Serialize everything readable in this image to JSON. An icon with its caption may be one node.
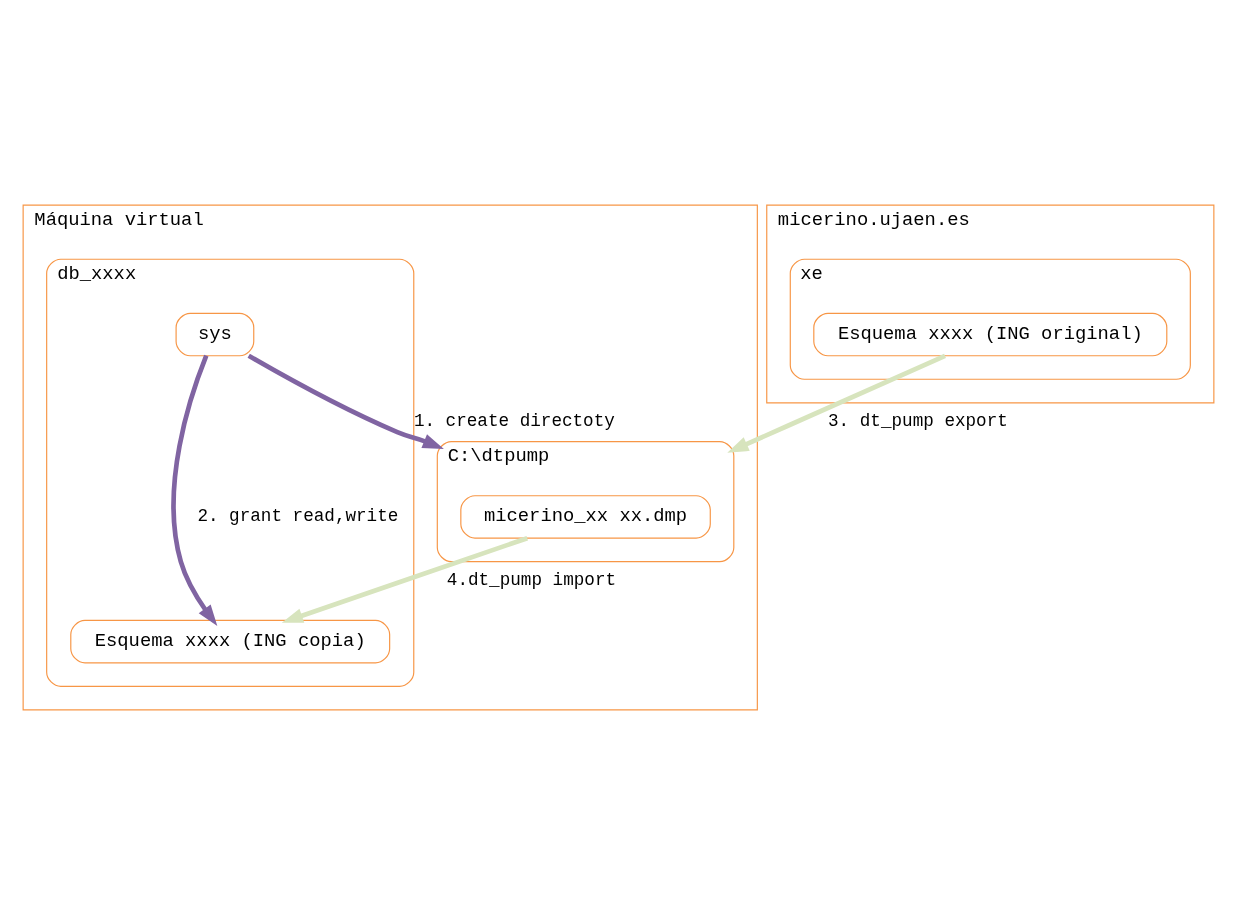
{
  "diagram": {
    "nodes": [
      {
        "text": [
          "Máquina virtual"
        ]
      },
      {
        "text": [
          "db_xxxx"
        ],
        "in": 0
      },
      {
        "text": [
          "sys"
        ],
        "in": 1
      },
      {
        "text": [
          "Esquema xxxx (ING copia)"
        ],
        "in": 1
      },
      {
        "text": [
          "C:\\dtpump"
        ],
        "in": 0
      },
      {
        "text": [
          "micerino_xx xx.dmp"
        ],
        "in": 4
      },
      {
        "text": [
          "micerino.ujaen.es"
        ]
      },
      {
        "text": [
          "xe"
        ],
        "in": 6
      },
      {
        "text": [
          "Esquema xxxx (ING original)"
        ],
        "in": 7
      }
    ],
    "edges": [
      {
        "from": 2,
        "to": 4,
        "arrow": "to",
        "label": "1. create directoty",
        "color": "#8064a2"
      },
      {
        "from": 2,
        "to": 3,
        "arrow": "to",
        "label": "2. grant read,write",
        "color": "#8064a2"
      },
      {
        "from": 8,
        "to": 4,
        "arrow": "to",
        "label": "3. dt_pump export",
        "color": "#d7e4bd"
      },
      {
        "from": 5,
        "to": 3,
        "arrow": "to",
        "label": "4.dt_pump import",
        "color": "#d7e4bd"
      }
    ]
  }
}
